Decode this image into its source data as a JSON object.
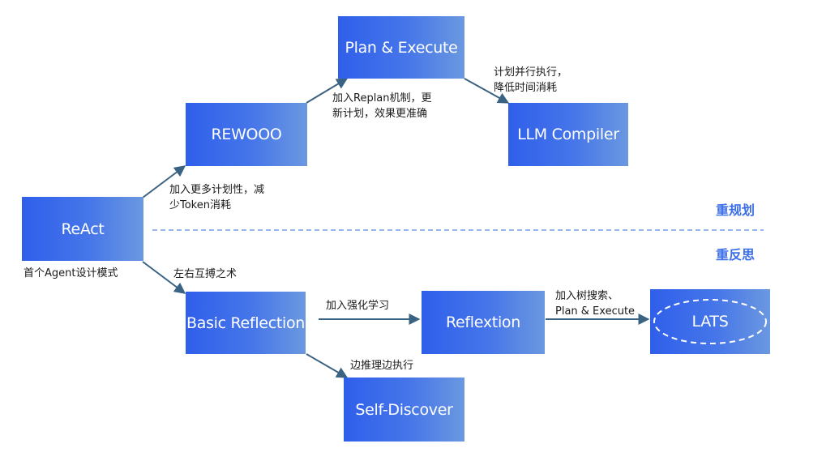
{
  "nodes": {
    "react": "ReAct",
    "rewooo": "REWOOO",
    "plan_execute": "Plan & Execute",
    "llm_compiler": "LLM Compiler",
    "basic_reflection": "Basic Reflection",
    "reflextion": "Reflextion",
    "lats": "LATS",
    "self_discover": "Self-Discover"
  },
  "edge_labels": {
    "react_to_rewooo": [
      "加入更多计划性，减",
      "少Token消耗"
    ],
    "rewooo_to_plan": [
      "加入Replan机制，更",
      "新计划，效果更准确"
    ],
    "plan_to_compiler": [
      "计划并行执行，",
      "降低时间消耗"
    ],
    "react_to_basic": "左右互搏之术",
    "basic_to_reflextion": "加入强化学习",
    "reflextion_to_lats": [
      "加入树搜索、",
      "Plan & Execute"
    ],
    "basic_to_self_discover": "边推理边执行"
  },
  "react_caption": "首个Agent设计模式",
  "sections": {
    "replan": "重规划",
    "reflection": "重反思"
  },
  "colors": {
    "node_start": "#2f5fea",
    "node_end": "#6b98e0",
    "arrow": "#3a6383",
    "divider": "#5b8be8",
    "section_text": "#3d6fe6"
  }
}
